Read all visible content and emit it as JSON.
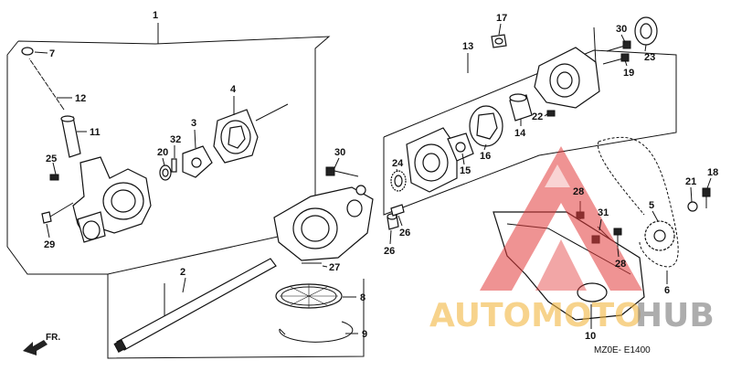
{
  "diagram": {
    "part_labels": [
      "1",
      "2",
      "3",
      "4",
      "5",
      "6",
      "7",
      "8",
      "9",
      "10",
      "11",
      "12",
      "13",
      "14",
      "15",
      "16",
      "17",
      "18",
      "19",
      "20",
      "21",
      "22",
      "23",
      "24",
      "25",
      "26",
      "26",
      "27",
      "28",
      "28",
      "29",
      "30",
      "30",
      "31",
      "32"
    ],
    "direction_label": "FR.",
    "diagram_code": "MZ0E- E1400",
    "watermark": {
      "left": "AUTOMOTO",
      "right": "HUB"
    },
    "colors": {
      "line": "#111111",
      "watermark_orange": "#f2b640",
      "watermark_grey": "#777777",
      "triangle_red": "#e23a3a"
    }
  }
}
